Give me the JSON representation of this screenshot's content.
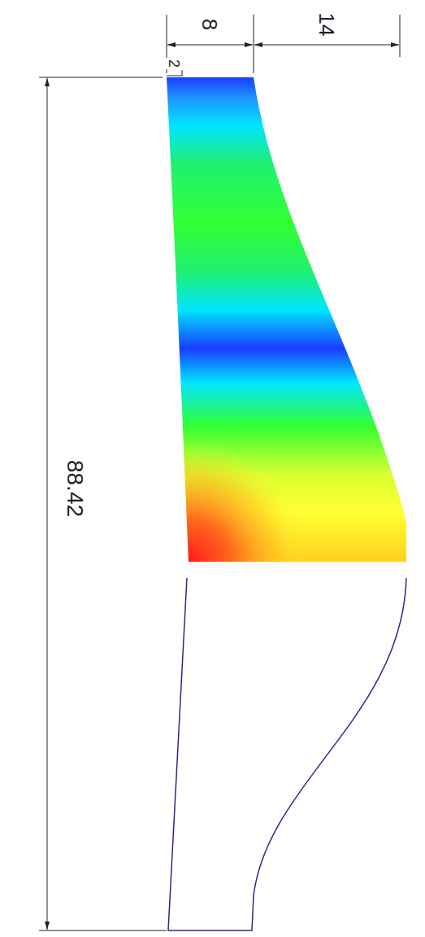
{
  "diagram": {
    "labels": [
      "14",
      "8",
      "2",
      "88.42"
    ]
  }
}
